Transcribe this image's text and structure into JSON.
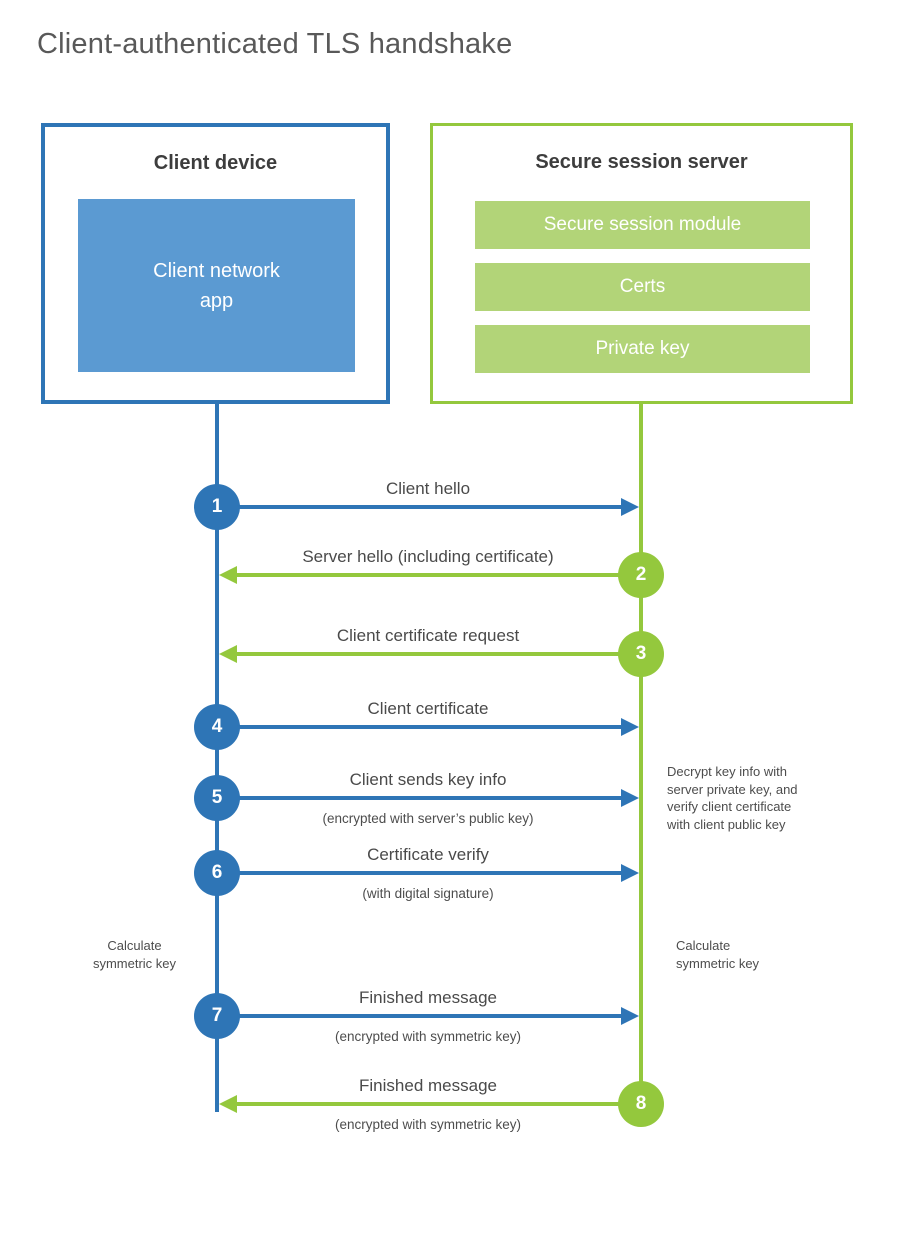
{
  "title": "Client-authenticated TLS handshake",
  "colors": {
    "blue": "#2e75b6",
    "blue_light": "#5b9ad2",
    "green": "#94c83d",
    "green_light": "#b2d478",
    "title_gray": "#595959",
    "label_gray": "#4a4a4a"
  },
  "client": {
    "title": "Client device",
    "module": "Client network\napp"
  },
  "server": {
    "title": "Secure session server",
    "modules": [
      "Secure session module",
      "Certs",
      "Private key"
    ]
  },
  "messages": [
    {
      "num": "1",
      "from": "client",
      "to": "server",
      "label": "Client hello",
      "sub": ""
    },
    {
      "num": "2",
      "from": "server",
      "to": "client",
      "label": "Server hello (including certificate)",
      "sub": ""
    },
    {
      "num": "3",
      "from": "server",
      "to": "client",
      "label": "Client certificate request",
      "sub": ""
    },
    {
      "num": "4",
      "from": "client",
      "to": "server",
      "label": "Client certificate",
      "sub": ""
    },
    {
      "num": "5",
      "from": "client",
      "to": "server",
      "label": "Client sends key info",
      "sub": "(encrypted with server’s public key)"
    },
    {
      "num": "6",
      "from": "client",
      "to": "server",
      "label": "Certificate verify",
      "sub": "(with digital signature)"
    },
    {
      "num": "7",
      "from": "client",
      "to": "server",
      "label": "Finished message",
      "sub": "(encrypted with symmetric key)"
    },
    {
      "num": "8",
      "from": "server",
      "to": "client",
      "label": "Finished message",
      "sub": "(encrypted with symmetric key)"
    }
  ],
  "notes": {
    "decrypt": "Decrypt key info with\nserver private key, and\nverify client certificate\nwith client public key",
    "calc_left": "Calculate\nsymmetric key",
    "calc_right": "Calculate\nsymmetric key"
  }
}
